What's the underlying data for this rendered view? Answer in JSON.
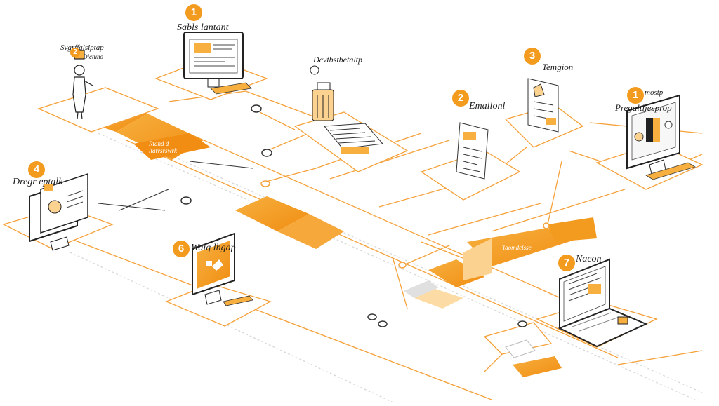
{
  "accent_color": "#f39b1e",
  "accent_light": "#fbd28f",
  "line_color": "#f5a13a",
  "steps": [
    {
      "id": "s1a",
      "number": "1",
      "label": "Sabls lantant",
      "icon": "monitor-icon"
    },
    {
      "id": "s2a",
      "number": "2",
      "label": "Emallonl",
      "icon": "document-icon"
    },
    {
      "id": "s3",
      "number": "3",
      "label": "Temgion",
      "icon": "document-icon"
    },
    {
      "id": "s1b",
      "number": "1",
      "label": "Pregaltljesprop",
      "prefix": "mostp",
      "icon": "monitor-icon"
    },
    {
      "id": "s4",
      "number": "4",
      "label": "Dregr eptalk",
      "icon": "monitor-icon"
    },
    {
      "id": "s6",
      "number": "6",
      "label": "Walg lhgap",
      "icon": "monitor-icon"
    },
    {
      "id": "s7",
      "number": "7",
      "label": "Naeon",
      "icon": "laptop-icon"
    }
  ],
  "person_node": {
    "badge": "2",
    "label": "Svgrffalsiptap",
    "sublabel": "Dlctuno",
    "icon": "person-icon"
  },
  "bottle_node": {
    "label": "Dcvtbstbetaltp",
    "icon": "bottle-icon"
  },
  "platform_labels": {
    "left": "Rtand d\nltatvsrswrk",
    "right": "Taomdclsse"
  }
}
